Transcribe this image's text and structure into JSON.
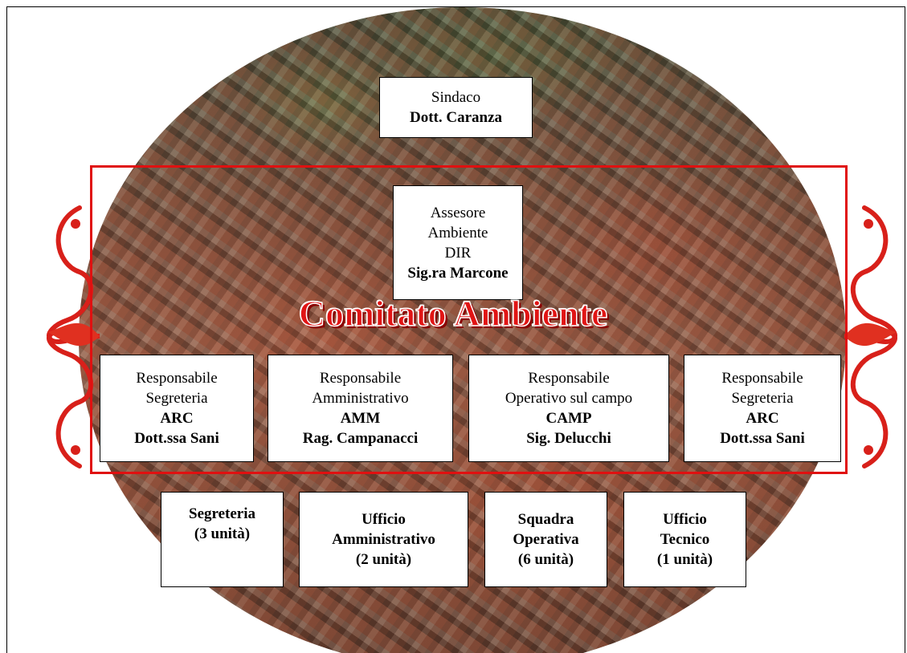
{
  "top_box": {
    "line1": "Sindaco",
    "line2": "Dott. Caranza"
  },
  "assessor_box": {
    "line1": "Assesore",
    "line2": "Ambiente",
    "line3": "DIR",
    "line4": "Sig.ra Marcone"
  },
  "committee_title": "Comitato Ambiente",
  "colors": {
    "frame_red": "#e01010",
    "title_red": "#e11515"
  },
  "responsabili": [
    {
      "role1": "Responsabile",
      "role2": "Segreteria",
      "code": "ARC",
      "person": "Dott.ssa Sani"
    },
    {
      "role1": "Responsabile",
      "role2": "Amministrativo",
      "code": "AMM",
      "person": "Rag. Campanacci"
    },
    {
      "role1": "Responsabile",
      "role2": "Operativo sul campo",
      "code": "CAMP",
      "person": "Sig. Delucchi"
    },
    {
      "role1": "Responsabile",
      "role2": "Segreteria",
      "code": "ARC",
      "person": "Dott.ssa Sani"
    }
  ],
  "offices": [
    {
      "line1": "Segreteria",
      "line2": "(3 unità)",
      "line3": ""
    },
    {
      "line1": "Ufficio",
      "line2": "Amministrativo",
      "line3": "(2 unità)"
    },
    {
      "line1": "Squadra",
      "line2": "Operativa",
      "line3": "(6 unità)"
    },
    {
      "line1": "Ufficio",
      "line2": "Tecnico",
      "line3": "(1 unità)"
    }
  ]
}
